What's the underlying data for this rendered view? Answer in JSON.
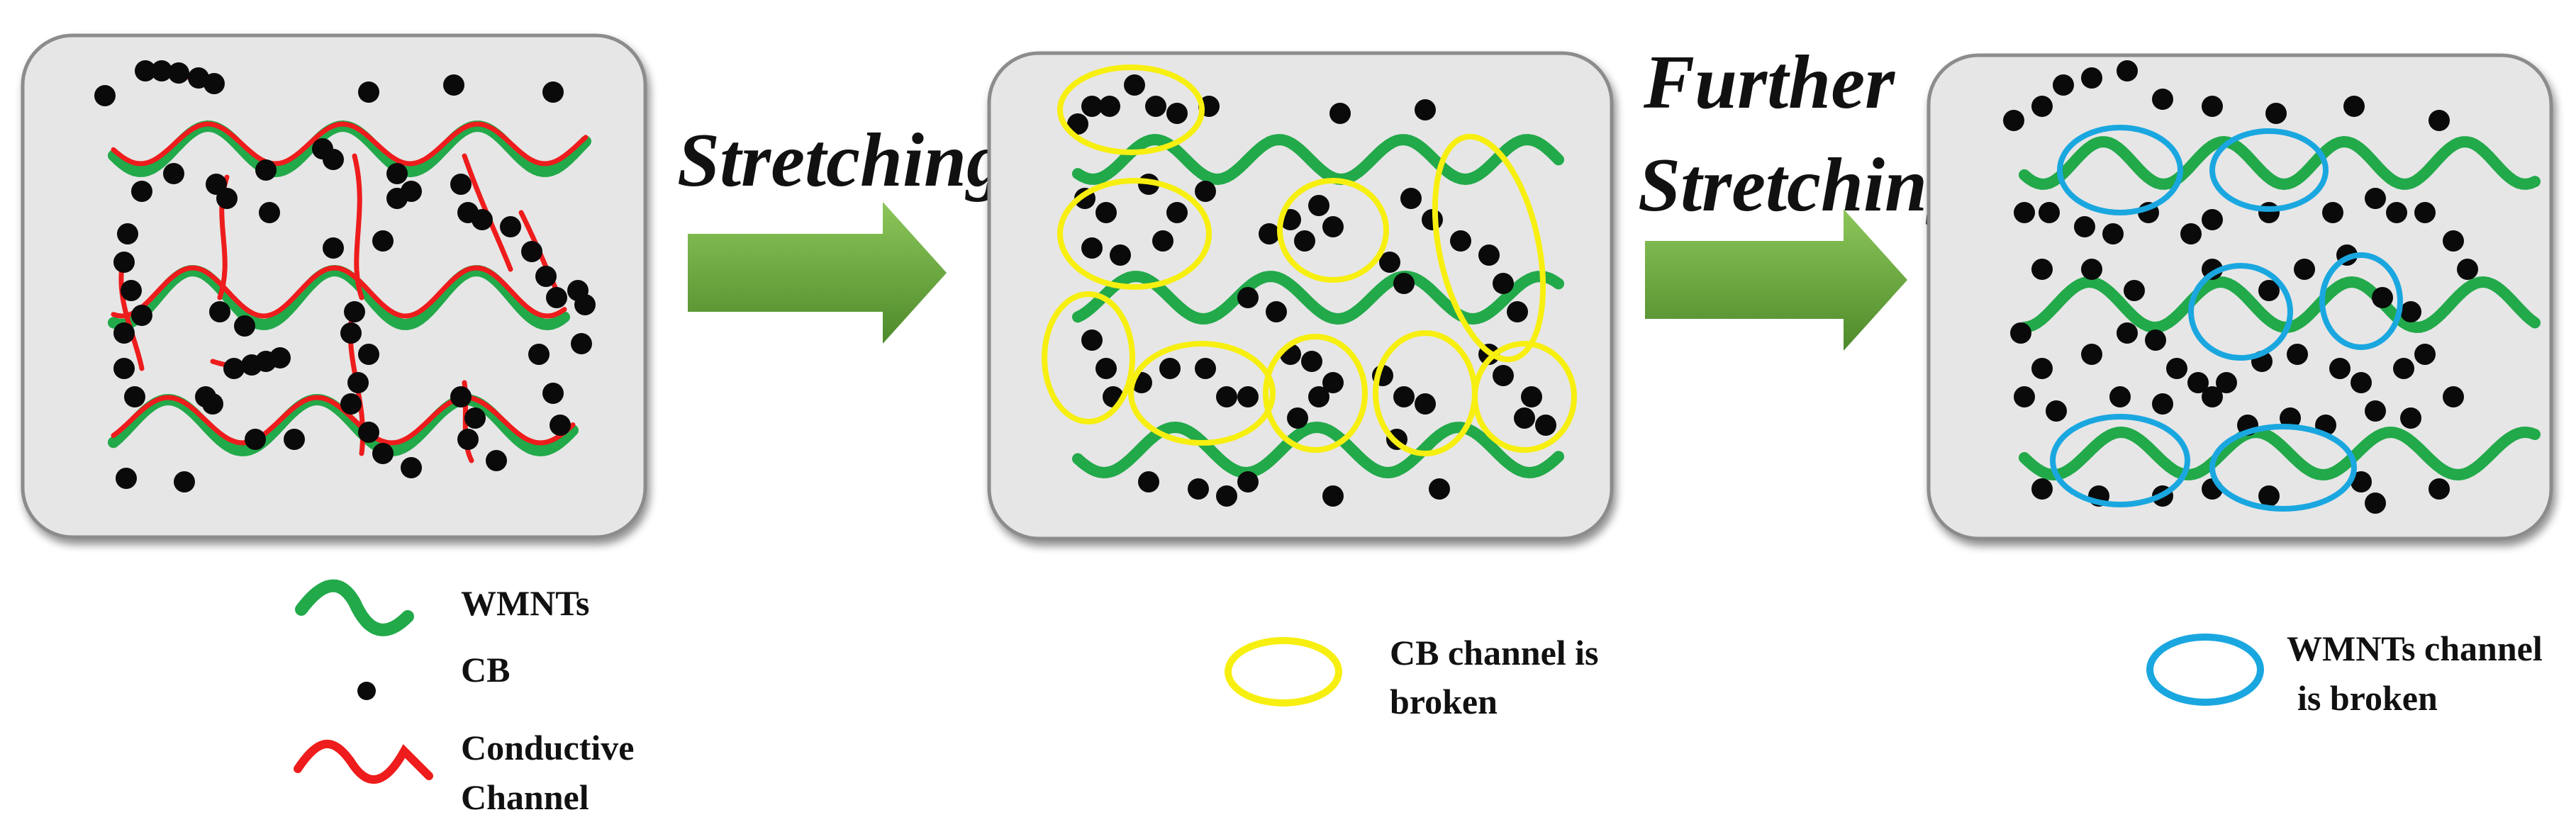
{
  "steps": [
    {
      "label": "Stretching"
    },
    {
      "label_line1": "Further",
      "label_line2": "Stretching"
    }
  ],
  "legend": {
    "wmnts": "WMNTs",
    "cb": "CB",
    "conductive_line1": "Conductive",
    "conductive_line2": "Channel",
    "cb_broken_line1": "CB channel is",
    "cb_broken_line2": "broken",
    "wmnts_broken_line1": "WMNTs channel",
    "wmnts_broken_line2": "is broken"
  },
  "colors": {
    "panel_fill": "#e6e6e6",
    "panel_stroke": "#8c8c8c",
    "cnt_green": "#22a94a",
    "conductive_red": "#ee1c1c",
    "cb_black": "#0a0a0a",
    "cb_broken_ring": "#f7ef10",
    "cnt_broken_ring": "#1aa7e0",
    "arrow_green": "#6aaa3a"
  },
  "icons": {
    "panel": "composite-panel",
    "cnt": "green-wave-icon",
    "cb": "black-dot-icon",
    "conductive": "red-wave-icon",
    "ring_yellow": "yellow-ellipse-icon",
    "ring_blue": "blue-ellipse-icon",
    "arrow": "right-arrow-icon"
  }
}
